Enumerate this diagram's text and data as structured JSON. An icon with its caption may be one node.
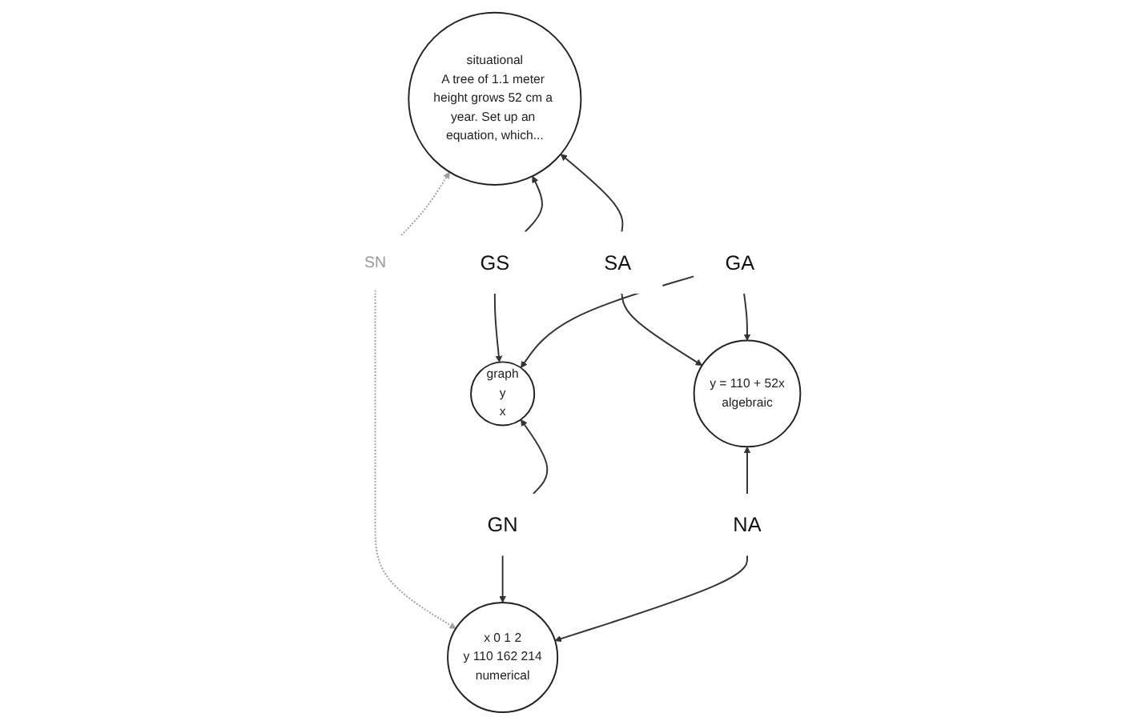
{
  "diagram": {
    "nodes": [
      {
        "text": [
          "situational",
          "A tree of 1.1 meter height grows 52 cm a year. Set up an equation, which..."
        ]
      },
      {
        "text": [
          "GS"
        ]
      },
      {
        "text": [
          "SA"
        ]
      },
      {
        "text": [
          "graph",
          "y",
          "x"
        ]
      },
      {
        "text": [
          "GA"
        ]
      },
      {
        "text": [
          "y = 110 + 52x",
          "algebraic"
        ]
      },
      {
        "text": [
          "SN"
        ]
      },
      {
        "text": [
          "GN"
        ]
      },
      {
        "text": [
          "NA"
        ]
      },
      {
        "text": [
          "x 0 1 2",
          "y 110 162 214",
          "numerical"
        ]
      }
    ],
    "edges": [
      {
        "from": 1,
        "to": 0,
        "arrow": "to"
      },
      {
        "from": 1,
        "to": 3,
        "arrow": "to"
      },
      {
        "from": 2,
        "to": 0,
        "arrow": "to"
      },
      {
        "from": 2,
        "to": 5,
        "arrow": "to"
      },
      {
        "from": 4,
        "to": 3,
        "arrow": "to"
      },
      {
        "from": 4,
        "to": 5,
        "arrow": "to"
      },
      {
        "from": 6,
        "to": 0,
        "arrow": "to",
        "style": "dashed",
        "color": "#a0a0a0"
      },
      {
        "from": 6,
        "to": 9,
        "arrow": "to",
        "style": "dashed",
        "color": "#a0a0a0"
      },
      {
        "from": 7,
        "to": 3,
        "arrow": "to"
      },
      {
        "from": 7,
        "to": 9,
        "arrow": "to"
      },
      {
        "from": 8,
        "to": 5,
        "arrow": "to"
      },
      {
        "from": 8,
        "to": 9,
        "arrow": "to"
      }
    ]
  }
}
